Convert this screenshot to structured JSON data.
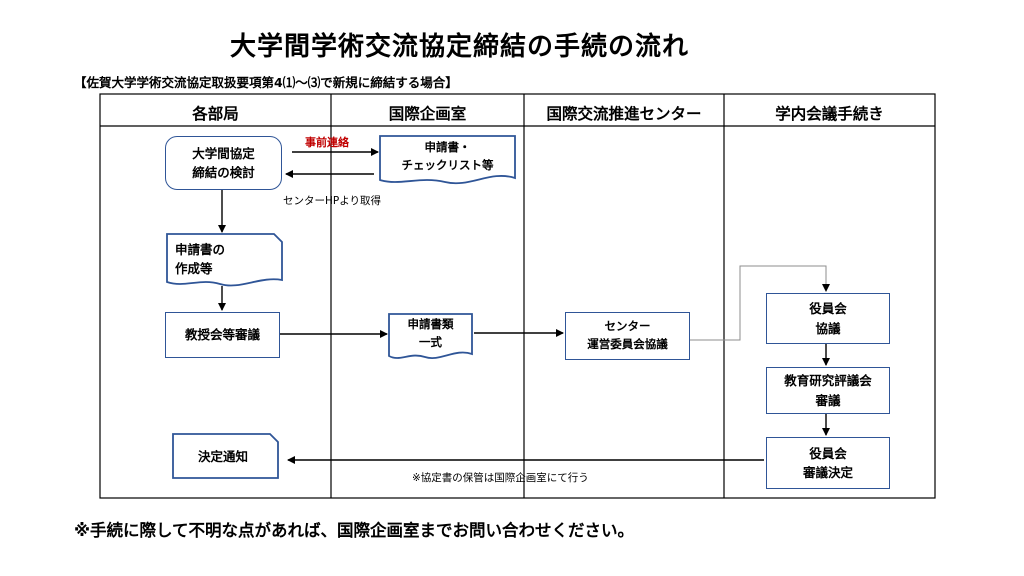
{
  "title": "大学間学術交流協定締結の手続の流れ",
  "subtitle": "【佐賀大学学術交流協定取扱要項第4⑴～⑶で新規に締結する場合】",
  "lanes": [
    "各部局",
    "国際企画室",
    "国際交流推進センター",
    "学内会議手続き"
  ],
  "nodes": {
    "consider": "大学間協定\n締結の検討",
    "application_docs": "申請書・\nチェックリスト等",
    "create_app": "申請書の\n作成等",
    "faculty_review": "教授会等審議",
    "app_set": "申請書類\n一式",
    "center_committee": "センター\n運営委員会協議",
    "officer_consult": "役員会\n協議",
    "edu_council": "教育研究評議会\n審議",
    "officer_decision": "役員会\n審議決定",
    "notice": "決定通知"
  },
  "labels": {
    "prior_contact": "事前連絡",
    "from_hp": "センターHPより取得",
    "storage_note": "※協定書の保管は国際企画室にて行う"
  },
  "footer_note": "※手続に際して不明な点があれば、国際企画室までお問い合わせください。",
  "colors": {
    "node_border": "#2f5597",
    "prior_contact_text": "#c00000"
  }
}
